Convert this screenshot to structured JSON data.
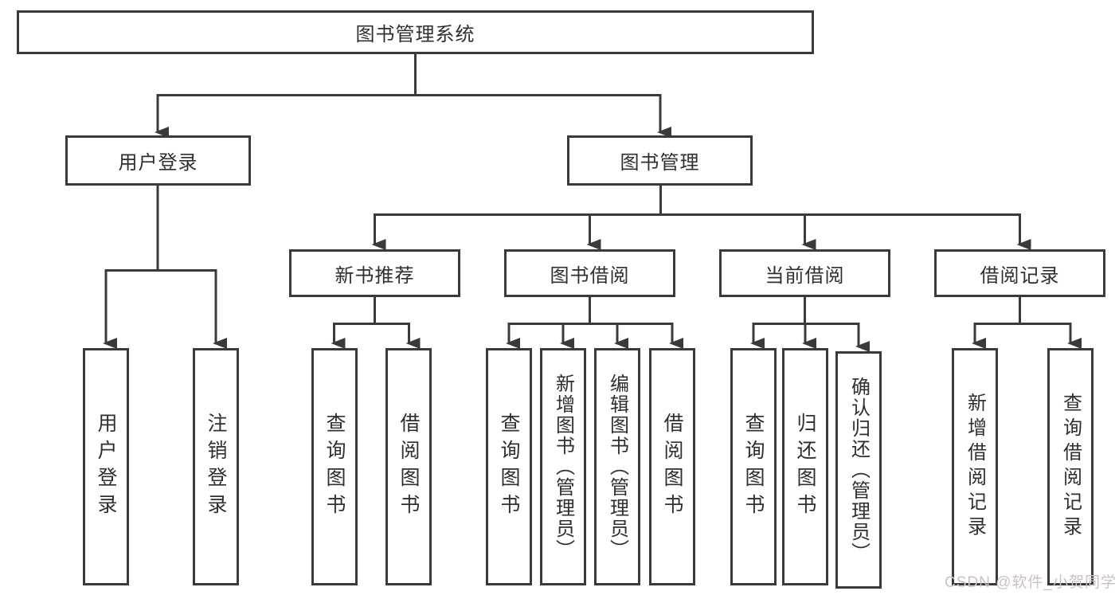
{
  "tree": {
    "root": {
      "label": "图书管理系统",
      "children": [
        {
          "label": "用户登录",
          "children": [
            {
              "label": "用户登录"
            },
            {
              "label": "注销登录"
            }
          ]
        },
        {
          "label": "图书管理",
          "children": [
            {
              "label": "新书推荐",
              "children": [
                {
                  "label": "查询图书"
                },
                {
                  "label": "借阅图书"
                }
              ]
            },
            {
              "label": "图书借阅",
              "children": [
                {
                  "label": "查询图书"
                },
                {
                  "label": "新增图书（管理员）"
                },
                {
                  "label": "编辑图书（管理员）"
                },
                {
                  "label": "借阅图书"
                }
              ]
            },
            {
              "label": "当前借阅",
              "children": [
                {
                  "label": "查询图书"
                },
                {
                  "label": "归还图书"
                },
                {
                  "label": "确认归还（管理员）"
                }
              ]
            },
            {
              "label": "借阅记录",
              "children": [
                {
                  "label": "新增借阅记录"
                },
                {
                  "label": "查询借阅记录"
                }
              ]
            }
          ]
        }
      ]
    }
  },
  "watermark": {
    "text": "CSDN @软件_小贺同学"
  },
  "colors": {
    "line": "#3a3a3a",
    "border": "#3a3a3a",
    "background": "#ffffff",
    "text": "#2f2f2f",
    "watermark": "#cdc2c2"
  }
}
